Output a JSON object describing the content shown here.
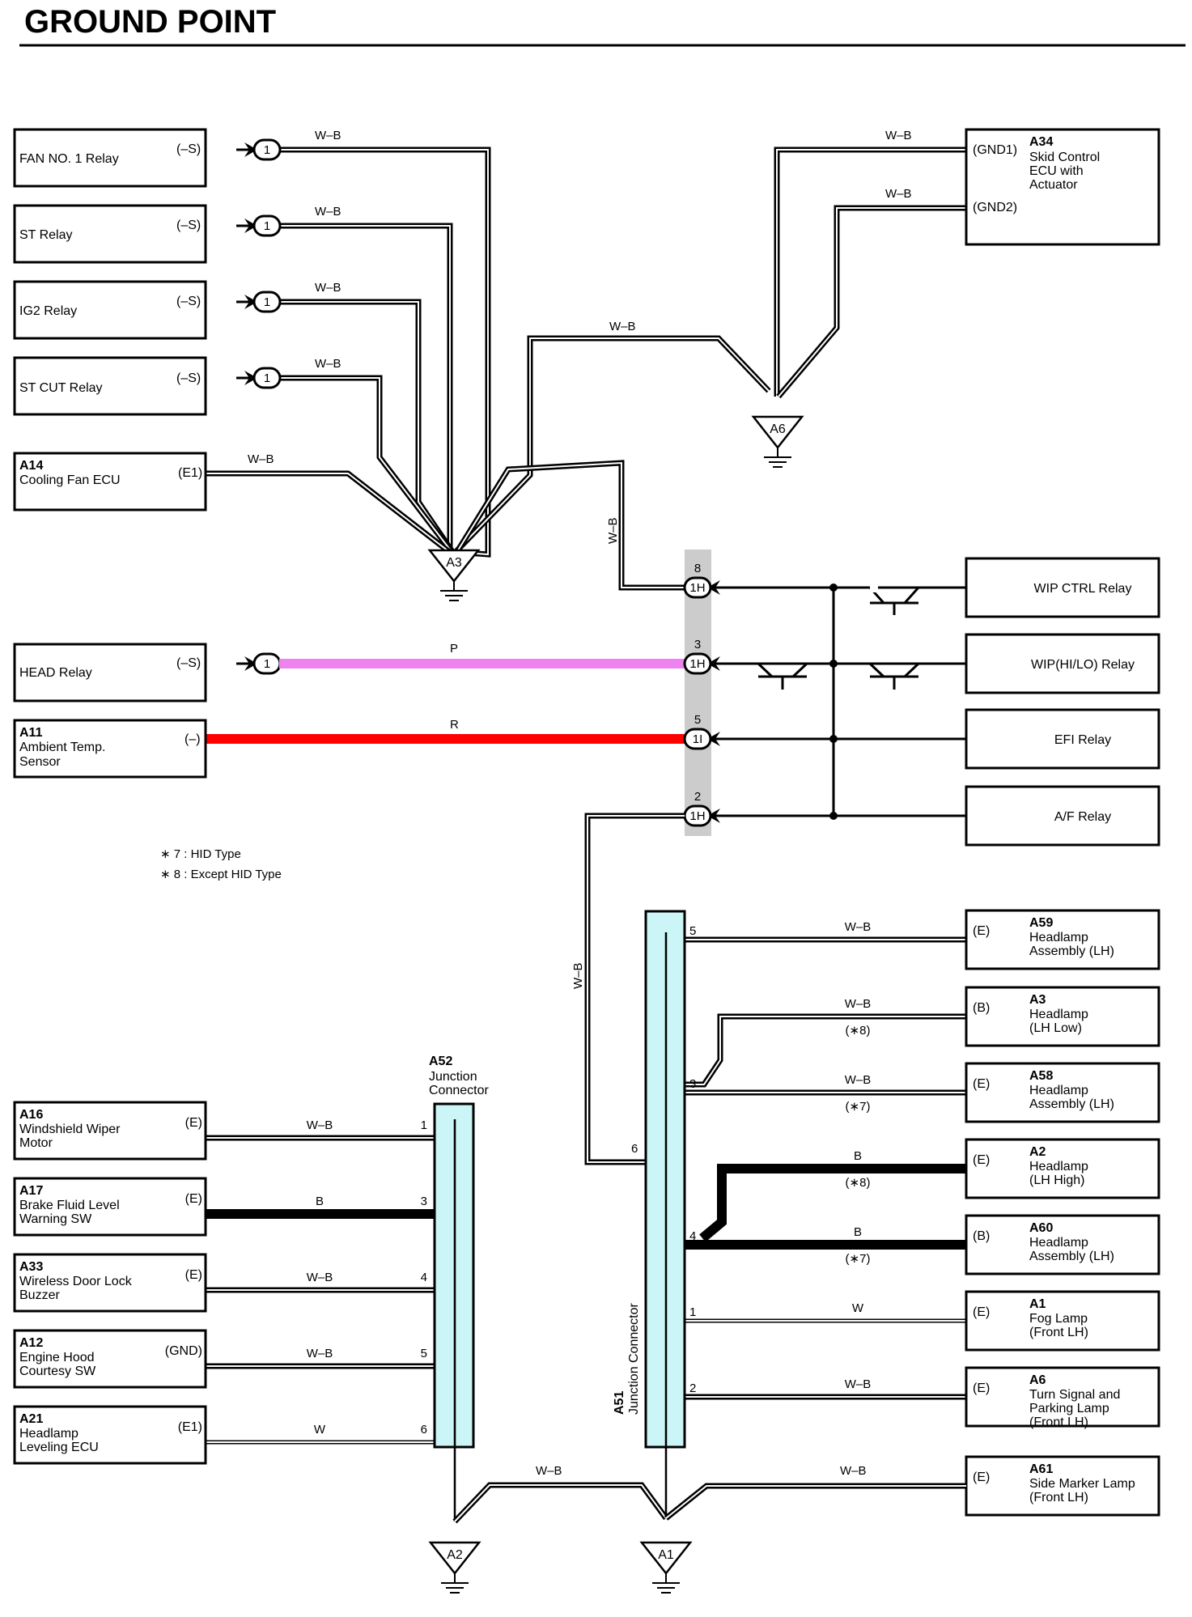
{
  "title": "GROUND POINT",
  "notes": [
    "∗ 7 : HID Type",
    "∗ 8 : Except HID Type"
  ],
  "left_components": [
    {
      "id": "",
      "name": "FAN NO. 1 Relay",
      "terminal": "(–S)"
    },
    {
      "id": "",
      "name": "ST Relay",
      "terminal": "(–S)"
    },
    {
      "id": "",
      "name": "IG2 Relay",
      "terminal": "(–S)"
    },
    {
      "id": "",
      "name": "ST CUT Relay",
      "terminal": "(–S)"
    },
    {
      "id": "A14",
      "name": "Cooling Fan ECU",
      "terminal": "(E1)"
    },
    {
      "id": "",
      "name": "HEAD Relay",
      "terminal": "(–S)"
    },
    {
      "id": "A11",
      "name": "Ambient Temp.\nSensor",
      "terminal": "(–)"
    }
  ],
  "left_lower_components": [
    {
      "id": "A16",
      "name": "Windshield Wiper\nMotor",
      "terminal": "(E)",
      "wire": "W–B",
      "pin": "1"
    },
    {
      "id": "A17",
      "name": "Brake Fluid Level\nWarning SW",
      "terminal": "(E)",
      "wire": "B",
      "pin": "3"
    },
    {
      "id": "A33",
      "name": "Wireless Door Lock\nBuzzer",
      "terminal": "(E)",
      "wire": "W–B",
      "pin": "4"
    },
    {
      "id": "A12",
      "name": "Engine Hood\nCourtesy SW",
      "terminal": "(GND)",
      "wire": "W–B",
      "pin": "5"
    },
    {
      "id": "A21",
      "name": "Headlamp\nLeveling ECU",
      "terminal": "(E1)",
      "wire": "W",
      "pin": "6"
    }
  ],
  "skid_ecu": {
    "id": "A34",
    "name": "Skid Control\nECU with\nActuator",
    "terminal1": "(GND1)",
    "terminal2": "(GND2)"
  },
  "right_relays": [
    {
      "name": "WIP CTRL Relay",
      "pin": "8",
      "connector": "1H"
    },
    {
      "name": "WIP(HI/LO) Relay",
      "pin": "3",
      "connector": "1H"
    },
    {
      "name": "EFI Relay",
      "pin": "5",
      "connector": "1I"
    },
    {
      "name": "A/F Relay",
      "pin": "2",
      "connector": "1H"
    }
  ],
  "right_lower_components": [
    {
      "id": "A59",
      "name": "Headlamp\nAssembly (LH)",
      "terminal": "(E)",
      "wire": "W–B",
      "note": "",
      "pin": "5"
    },
    {
      "id": "A3",
      "name": "Headlamp\n(LH Low)",
      "terminal": "(B)",
      "wire": "W–B",
      "note": "(∗8)",
      "pin": ""
    },
    {
      "id": "A58",
      "name": "Headlamp\nAssembly (LH)",
      "terminal": "(E)",
      "wire": "W–B",
      "note": "(∗7)",
      "pin": "3"
    },
    {
      "id": "A2",
      "name": "Headlamp\n(LH High)",
      "terminal": "(E)",
      "wire": "B",
      "note": "(∗8)",
      "pin": ""
    },
    {
      "id": "A60",
      "name": "Headlamp\nAssembly (LH)",
      "terminal": "(B)",
      "wire": "B",
      "note": "(∗7)",
      "pin": "4"
    },
    {
      "id": "A1",
      "name": "Fog Lamp\n(Front LH)",
      "terminal": "(E)",
      "wire": "W",
      "note": "",
      "pin": "1"
    },
    {
      "id": "A6",
      "name": "Turn Signal and\nParking Lamp\n(Front LH)",
      "terminal": "(E)",
      "wire": "W–B",
      "note": "",
      "pin": "2"
    },
    {
      "id": "A61",
      "name": "Side Marker Lamp\n(Front LH)",
      "terminal": "(E)",
      "wire": "W–B",
      "note": "",
      "pin": ""
    }
  ],
  "junctions": {
    "a52": {
      "id": "A52",
      "name": "Junction\nConnector"
    },
    "a51": {
      "id": "A51",
      "name": "Junction Connector",
      "pin6": "6"
    }
  },
  "grounds": {
    "a3": "A3",
    "a6": "A6",
    "a2": "A2",
    "a1": "A1"
  },
  "connector_pin": "1",
  "wires": {
    "wb": "W–B",
    "p": "P",
    "r": "R",
    "colors": {
      "pink": "#ee82ee",
      "red": "#ff0000",
      "junction_fill": "#ccf5f7",
      "bar_fill": "#cccccc"
    }
  }
}
